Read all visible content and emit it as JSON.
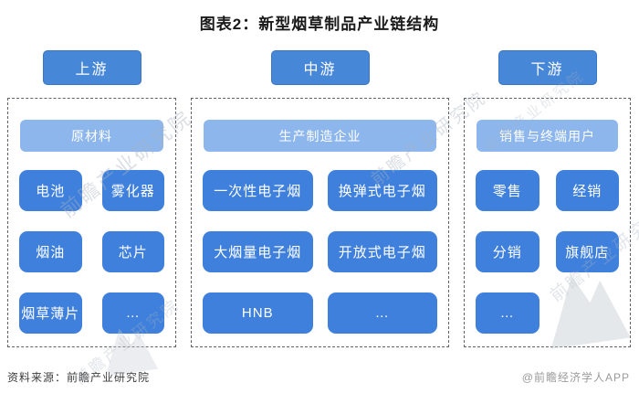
{
  "title": "图表2：新型烟草制品产业链结构",
  "colors": {
    "stage_btn": "#4787d8",
    "header_bar": "#8cb6ec",
    "item_box": "#3f80dc",
    "dash_border": "#5f6368"
  },
  "columns": [
    {
      "stage": "上游",
      "header": "原材料",
      "items": [
        "电池",
        "雾化器",
        "烟油",
        "芯片",
        "烟草薄片",
        "…"
      ]
    },
    {
      "stage": "中游",
      "header": "生产制造企业",
      "items": [
        "一次性电子烟",
        "换弹式电子烟",
        "大烟量电子烟",
        "开放式电子烟",
        "HNB",
        "…"
      ]
    },
    {
      "stage": "下游",
      "header": "销售与终端用户",
      "items": [
        "零售",
        "经销",
        "分销",
        "旗舰店",
        "…"
      ]
    }
  ],
  "footer": {
    "source": "资料来源：前瞻产业研究院",
    "credit": "@前瞻经济学人APP"
  },
  "watermark": {
    "text": "前瞻产业研究院"
  }
}
